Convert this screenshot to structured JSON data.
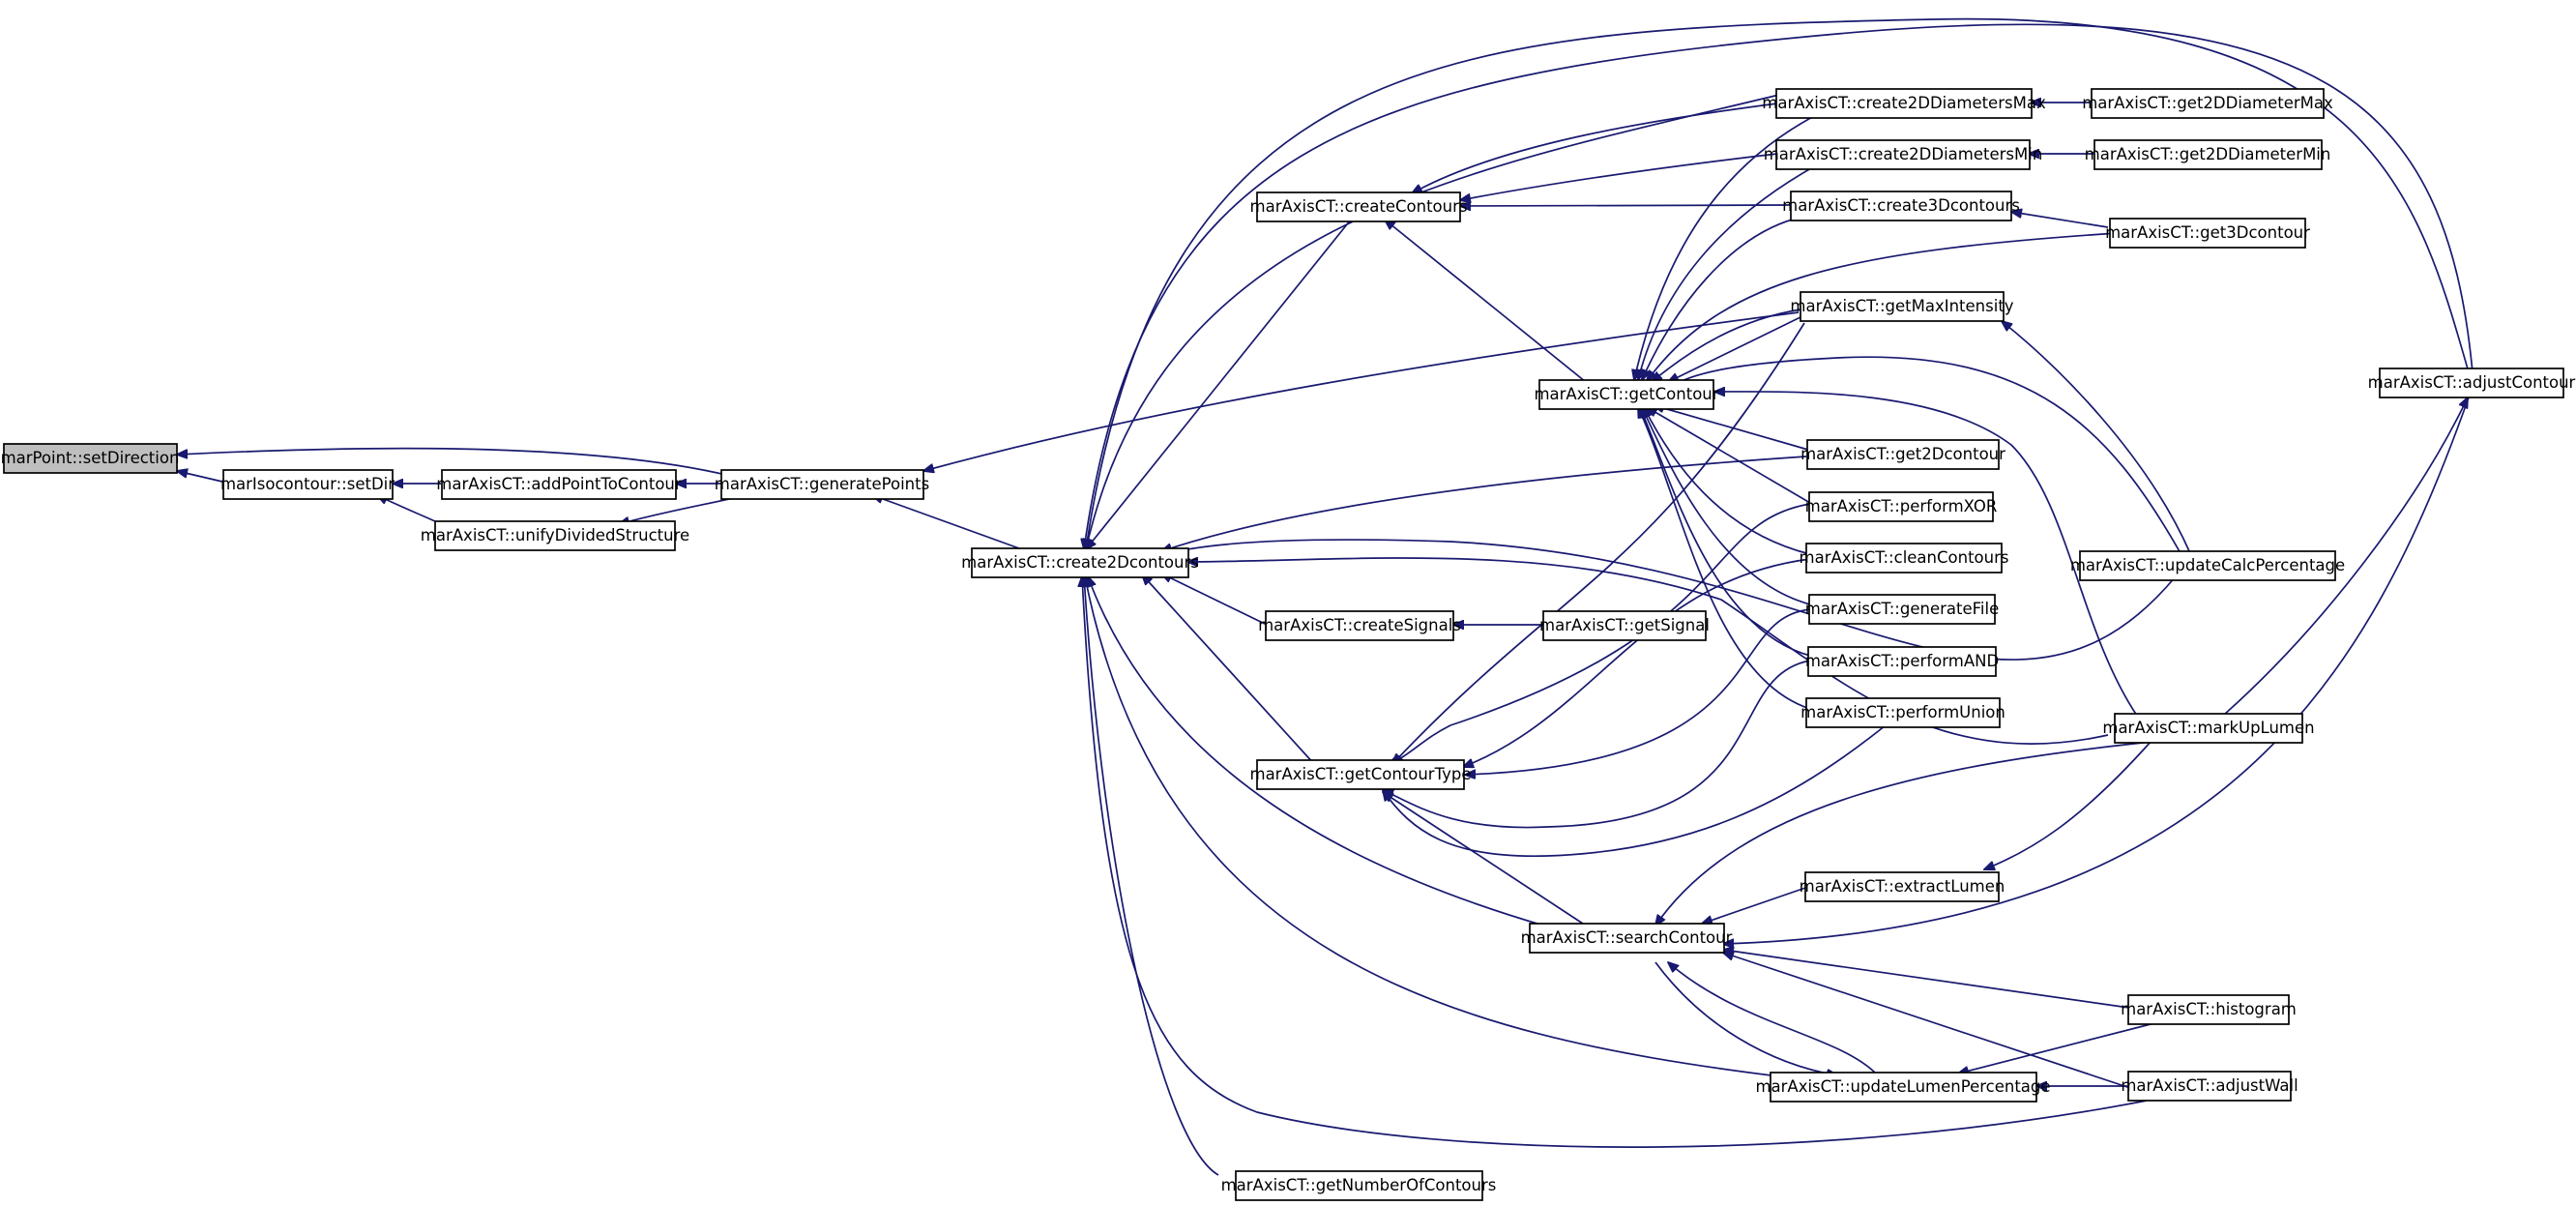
{
  "diagram": {
    "type": "caller-graph",
    "colors": {
      "edge": "#191970",
      "root_fill": "#bfbfbf",
      "node_fill": "#ffffff",
      "node_border": "#000000"
    },
    "nodes": [
      {
        "id": "setDirection",
        "label": "marPoint::setDirection",
        "root": true
      },
      {
        "id": "setDir",
        "label": "marIsocontour::setDir"
      },
      {
        "id": "addPointToContour",
        "label": "marAxisCT::addPointToContour"
      },
      {
        "id": "unifyDividedStructure",
        "label": "marAxisCT::unifyDividedStructure"
      },
      {
        "id": "generatePoints",
        "label": "marAxisCT::generatePoints"
      },
      {
        "id": "create2Dcontours",
        "label": "marAxisCT::create2Dcontours"
      },
      {
        "id": "createContours",
        "label": "marAxisCT::createContours"
      },
      {
        "id": "createSignals",
        "label": "marAxisCT::createSignals"
      },
      {
        "id": "getSignal",
        "label": "marAxisCT::getSignal"
      },
      {
        "id": "getContourType",
        "label": "marAxisCT::getContourType"
      },
      {
        "id": "getNumberOfContours",
        "label": "marAxisCT::getNumberOfContours"
      },
      {
        "id": "getContour",
        "label": "marAxisCT::getContour"
      },
      {
        "id": "searchContour",
        "label": "marAxisCT::searchContour"
      },
      {
        "id": "create2DDiametersMax",
        "label": "marAxisCT::create2DDiametersMax"
      },
      {
        "id": "create2DDiametersMin",
        "label": "marAxisCT::create2DDiametersMin"
      },
      {
        "id": "create3Dcontours",
        "label": "marAxisCT::create3Dcontours"
      },
      {
        "id": "getMaxIntensity",
        "label": "marAxisCT::getMaxIntensity"
      },
      {
        "id": "get2Dcontour",
        "label": "marAxisCT::get2Dcontour"
      },
      {
        "id": "performXOR",
        "label": "marAxisCT::performXOR"
      },
      {
        "id": "cleanContours",
        "label": "marAxisCT::cleanContours"
      },
      {
        "id": "generateFile",
        "label": "marAxisCT::generateFile"
      },
      {
        "id": "performAND",
        "label": "marAxisCT::performAND"
      },
      {
        "id": "performUnion",
        "label": "marAxisCT::performUnion"
      },
      {
        "id": "extractLumen",
        "label": "marAxisCT::extractLumen"
      },
      {
        "id": "updateLumenPercentage",
        "label": "marAxisCT::updateLumenPercentage"
      },
      {
        "id": "get2DDiameterMax",
        "label": "marAxisCT::get2DDiameterMax"
      },
      {
        "id": "get2DDiameterMin",
        "label": "marAxisCT::get2DDiameterMin"
      },
      {
        "id": "get3Dcontour",
        "label": "marAxisCT::get3Dcontour"
      },
      {
        "id": "updateCalcPercentage",
        "label": "marAxisCT::updateCalcPercentage"
      },
      {
        "id": "markUpLumen",
        "label": "marAxisCT::markUpLumen"
      },
      {
        "id": "histogram",
        "label": "marAxisCT::histogram"
      },
      {
        "id": "adjustWall",
        "label": "marAxisCT::adjustWall"
      },
      {
        "id": "adjustContour",
        "label": "marAxisCT::adjustContour"
      }
    ],
    "edges": [
      {
        "from": "setDir",
        "to": "setDirection"
      },
      {
        "from": "generatePoints",
        "to": "setDirection"
      },
      {
        "from": "addPointToContour",
        "to": "setDir"
      },
      {
        "from": "unifyDividedStructure",
        "to": "setDir"
      },
      {
        "from": "generatePoints",
        "to": "addPointToContour"
      },
      {
        "from": "generatePoints",
        "to": "unifyDividedStructure"
      },
      {
        "from": "create2Dcontours",
        "to": "generatePoints"
      },
      {
        "from": "getMaxIntensity",
        "to": "generatePoints"
      },
      {
        "from": "createContours",
        "to": "create2Dcontours"
      },
      {
        "from": "createSignals",
        "to": "create2Dcontours"
      },
      {
        "from": "getContourType",
        "to": "create2Dcontours"
      },
      {
        "from": "getNumberOfContours",
        "to": "create2Dcontours"
      },
      {
        "from": "create2DDiametersMax",
        "to": "create2Dcontours"
      },
      {
        "from": "adjustContour",
        "to": "create2Dcontours"
      },
      {
        "from": "get2Dcontour",
        "to": "create2Dcontours"
      },
      {
        "from": "updateCalcPercentage",
        "to": "create2Dcontours"
      },
      {
        "from": "markUpLumen",
        "to": "create2Dcontours"
      },
      {
        "from": "searchContour",
        "to": "create2Dcontours"
      },
      {
        "from": "updateLumenPercentage",
        "to": "create2Dcontours"
      },
      {
        "from": "adjustWall",
        "to": "create2Dcontours"
      },
      {
        "from": "getSignal",
        "to": "createSignals"
      },
      {
        "from": "create2DDiametersMax",
        "to": "createContours"
      },
      {
        "from": "create2DDiametersMin",
        "to": "createContours"
      },
      {
        "from": "create3Dcontours",
        "to": "createContours"
      },
      {
        "from": "getContour",
        "to": "createContours"
      },
      {
        "from": "create2DDiametersMax",
        "to": "getContour"
      },
      {
        "from": "create2DDiametersMin",
        "to": "getContour"
      },
      {
        "from": "create3Dcontours",
        "to": "getContour"
      },
      {
        "from": "get3Dcontour",
        "to": "getContour"
      },
      {
        "from": "getMaxIntensity",
        "to": "getContour"
      },
      {
        "from": "updateCalcPercentage",
        "to": "getContour"
      },
      {
        "from": "markUpLumen",
        "to": "getContour"
      },
      {
        "from": "get2Dcontour",
        "to": "getContour"
      },
      {
        "from": "performXOR",
        "to": "getContour"
      },
      {
        "from": "cleanContours",
        "to": "getContour"
      },
      {
        "from": "generateFile",
        "to": "getContour"
      },
      {
        "from": "performAND",
        "to": "getContour"
      },
      {
        "from": "performUnion",
        "to": "getContour"
      },
      {
        "from": "performXOR",
        "to": "getContourType"
      },
      {
        "from": "cleanContours",
        "to": "getContourType"
      },
      {
        "from": "generateFile",
        "to": "getContourType"
      },
      {
        "from": "performAND",
        "to": "getContourType"
      },
      {
        "from": "performUnion",
        "to": "getContourType"
      },
      {
        "from": "getMaxIntensity",
        "to": "getContourType"
      },
      {
        "from": "searchContour",
        "to": "getContourType"
      },
      {
        "from": "markUpLumen",
        "to": "searchContour"
      },
      {
        "from": "extractLumen",
        "to": "searchContour"
      },
      {
        "from": "adjustContour",
        "to": "searchContour"
      },
      {
        "from": "histogram",
        "to": "searchContour"
      },
      {
        "from": "adjustWall",
        "to": "searchContour"
      },
      {
        "from": "updateLumenPercentage",
        "to": "searchContour"
      },
      {
        "from": "get2DDiameterMax",
        "to": "create2DDiametersMax"
      },
      {
        "from": "get2DDiameterMin",
        "to": "create2DDiametersMin"
      },
      {
        "from": "get3Dcontour",
        "to": "create3Dcontours"
      },
      {
        "from": "updateCalcPercentage",
        "to": "getMaxIntensity"
      },
      {
        "from": "markUpLumen",
        "to": "extractLumen"
      },
      {
        "from": "histogram",
        "to": "updateLumenPercentage"
      },
      {
        "from": "adjustWall",
        "to": "updateLumenPercentage"
      },
      {
        "from": "markUpLumen",
        "to": "adjustContour"
      }
    ]
  }
}
